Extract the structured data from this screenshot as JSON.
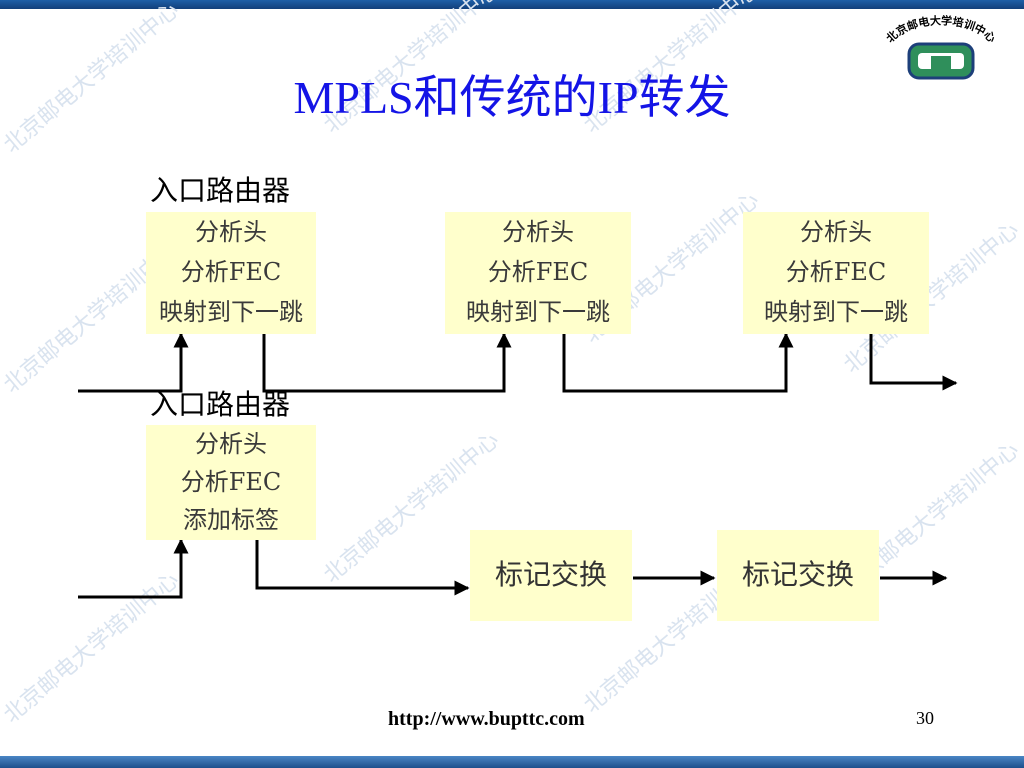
{
  "slide": {
    "title": "MPLS和传统的IP转发",
    "footer_url": "http://www.bupttc.com",
    "page_number": "30",
    "logo_text": "北京邮电大学培训中心",
    "watermark_text": "北京邮电大学培训中心"
  },
  "ip_row": {
    "ingress_label": "入口路由器",
    "boxes": [
      {
        "lines": [
          "分析头",
          "分析FEC",
          "映射到下一跳"
        ]
      },
      {
        "lines": [
          "分析头",
          "分析FEC",
          "映射到下一跳"
        ]
      },
      {
        "lines": [
          "分析头",
          "分析FEC",
          "映射到下一跳"
        ]
      }
    ]
  },
  "mpls_row": {
    "ingress_label": "入口路由器",
    "ingress_box": {
      "lines": [
        "分析头",
        "分析FEC",
        "添加标签"
      ]
    },
    "swap_boxes": [
      {
        "label": "标记交换"
      },
      {
        "label": "标记交换"
      }
    ]
  },
  "colors": {
    "title": "#1414e6",
    "box_fill": "#ffffcc",
    "band": "#1e5fa8"
  }
}
